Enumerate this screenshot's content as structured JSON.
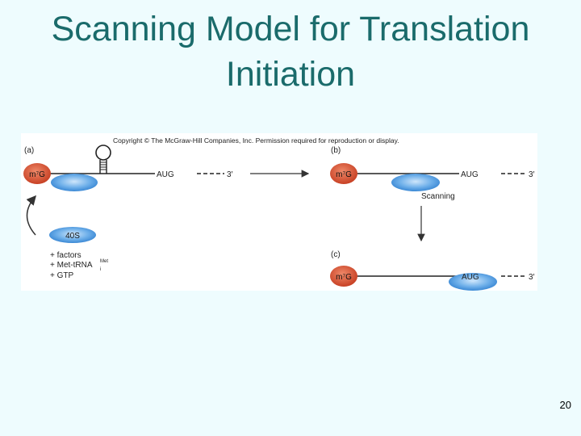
{
  "title": {
    "line1": "Scanning Model for Translation",
    "line2": "Initiation"
  },
  "figure": {
    "copyright": "Copyright © The McGraw-Hill Companies, Inc. Permission required for reproduction or display.",
    "panel_a_label": "(a)",
    "panel_b_label": "(b)",
    "panel_c_label": "(c)",
    "cap": "m⁷G",
    "aug": "AUG",
    "three_prime": "3′",
    "subunit_40s": "40S",
    "scanning": "Scanning",
    "factors": [
      "+ factors",
      "+ Met-tRNA",
      "+ GTP"
    ],
    "trna_superscript": "Met",
    "trna_subscript": "i"
  },
  "page_number": "20",
  "colors": {
    "title": "#1a6b6b",
    "background": "#eefcfe",
    "cap_fill": "#d9472b",
    "ribosome_fill": "#4d9fe0"
  }
}
